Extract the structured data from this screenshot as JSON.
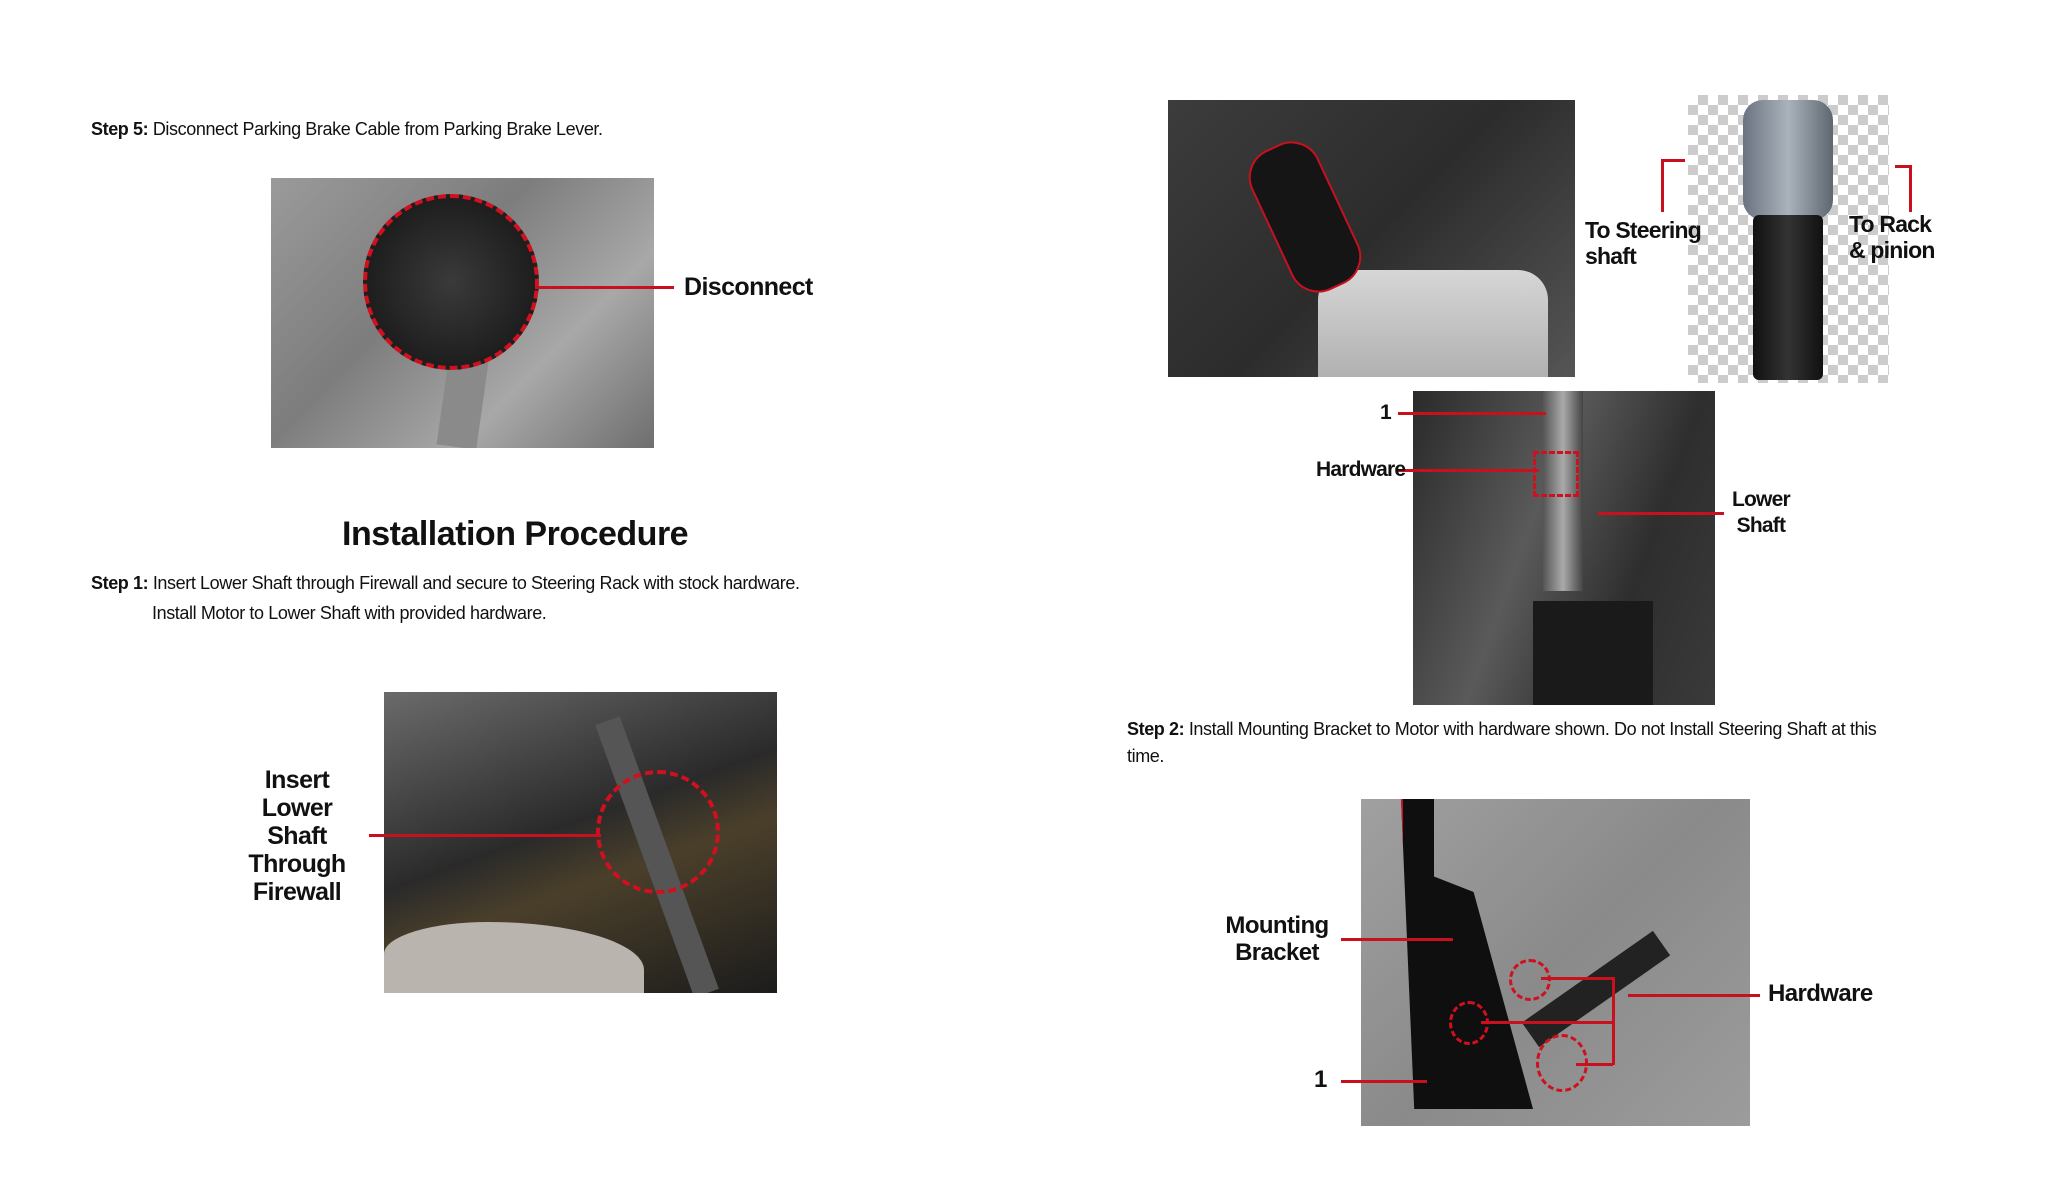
{
  "left": {
    "step5": {
      "label": "Step 5:",
      "text": " Disconnect Parking Brake Cable from Parking Brake Lever."
    },
    "figure1": {
      "callout": "Disconnect"
    },
    "section_title": "Installation Procedure",
    "step1": {
      "label": "Step 1:",
      "text": " Insert Lower Shaft through Firewall and secure to Steering Rack with stock hardware.",
      "text2": "Install Motor to Lower Shaft with provided hardware."
    },
    "figure2": {
      "callout_lines": [
        "Insert",
        "Lower",
        "Shaft",
        "Through",
        "Firewall"
      ]
    }
  },
  "right": {
    "figure3": {
      "to_steering": [
        "To Steering",
        "shaft"
      ],
      "to_rack": [
        "To Rack",
        "& pinion"
      ]
    },
    "figure4": {
      "label_1": "1",
      "hardware": "Hardware",
      "lower_shaft": [
        "Lower",
        "Shaft"
      ]
    },
    "step2": {
      "label": "Step 2:",
      "text": " Install Mounting Bracket to Motor with hardware shown. Do not Install Steering Shaft at this",
      "text2": "time."
    },
    "figure5": {
      "mounting_bracket": [
        "Mounting",
        "Bracket"
      ],
      "hardware": "Hardware",
      "label_1": "1"
    }
  },
  "colors": {
    "callout_red": "#c8101e"
  }
}
